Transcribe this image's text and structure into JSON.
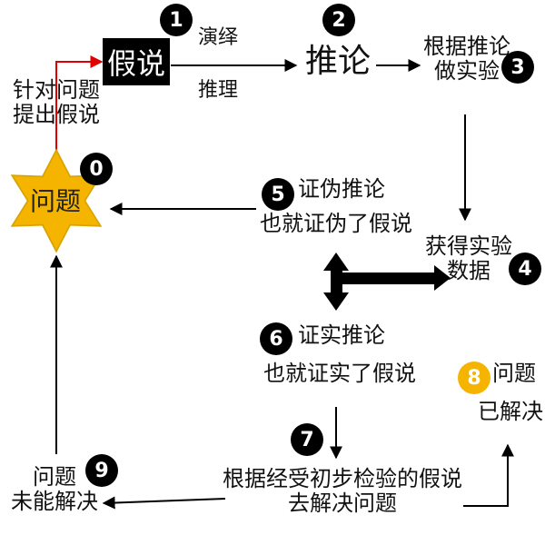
{
  "colors": {
    "star_fill": "#f5b400",
    "star_outline": "#d9a400",
    "badge_dark": "#000000",
    "badge_gold": "#f5b400",
    "hypothesis_box": "#000000",
    "red_arrow": "#e00000",
    "arrow": "#000000"
  },
  "nodes": {
    "problem": {
      "label": "问题",
      "badge": "0"
    },
    "propose": {
      "lines": [
        "针对问题",
        "提出假说"
      ]
    },
    "hypothesis": {
      "label": "假说",
      "badge": "1"
    },
    "deduction": {
      "lines": [
        "演绎",
        "推理"
      ]
    },
    "inference": {
      "label": "推论",
      "badge": "2"
    },
    "experiment": {
      "lines": [
        "根据推论",
        "做实验"
      ],
      "badge": "3"
    },
    "data": {
      "lines": [
        "获得实验",
        "数据"
      ],
      "badge": "4"
    },
    "falsify": {
      "lines": [
        "证伪推论",
        "也就证伪了假说"
      ],
      "badge": "5"
    },
    "verify": {
      "lines": [
        "证实推论",
        "也就证实了假说"
      ],
      "badge": "6"
    },
    "solve": {
      "lines": [
        "根据经受初步检验的假说",
        "去解决问题"
      ],
      "badge": "7"
    },
    "solved": {
      "lines": [
        "问题",
        "已解决"
      ],
      "badge": "8"
    },
    "unsolved": {
      "lines": [
        "问题",
        "未能解决"
      ],
      "badge": "9"
    }
  }
}
